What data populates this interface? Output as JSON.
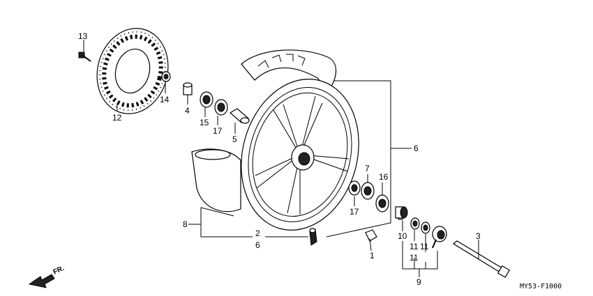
{
  "diagram_code": "MY53-F1000",
  "direction_label": "FR.",
  "callouts": {
    "c1": "1",
    "c2": "2",
    "c3": "3",
    "c4": "4",
    "c5": "5",
    "c6a": "6",
    "c6b": "6",
    "c7": "7",
    "c8": "8",
    "c9": "9",
    "c10": "10",
    "c11a": "11",
    "c11b": "11",
    "c11c": "11",
    "c12": "12",
    "c13": "13",
    "c14": "14",
    "c15": "15",
    "c16": "16",
    "c17a": "17",
    "c17b": "17"
  }
}
